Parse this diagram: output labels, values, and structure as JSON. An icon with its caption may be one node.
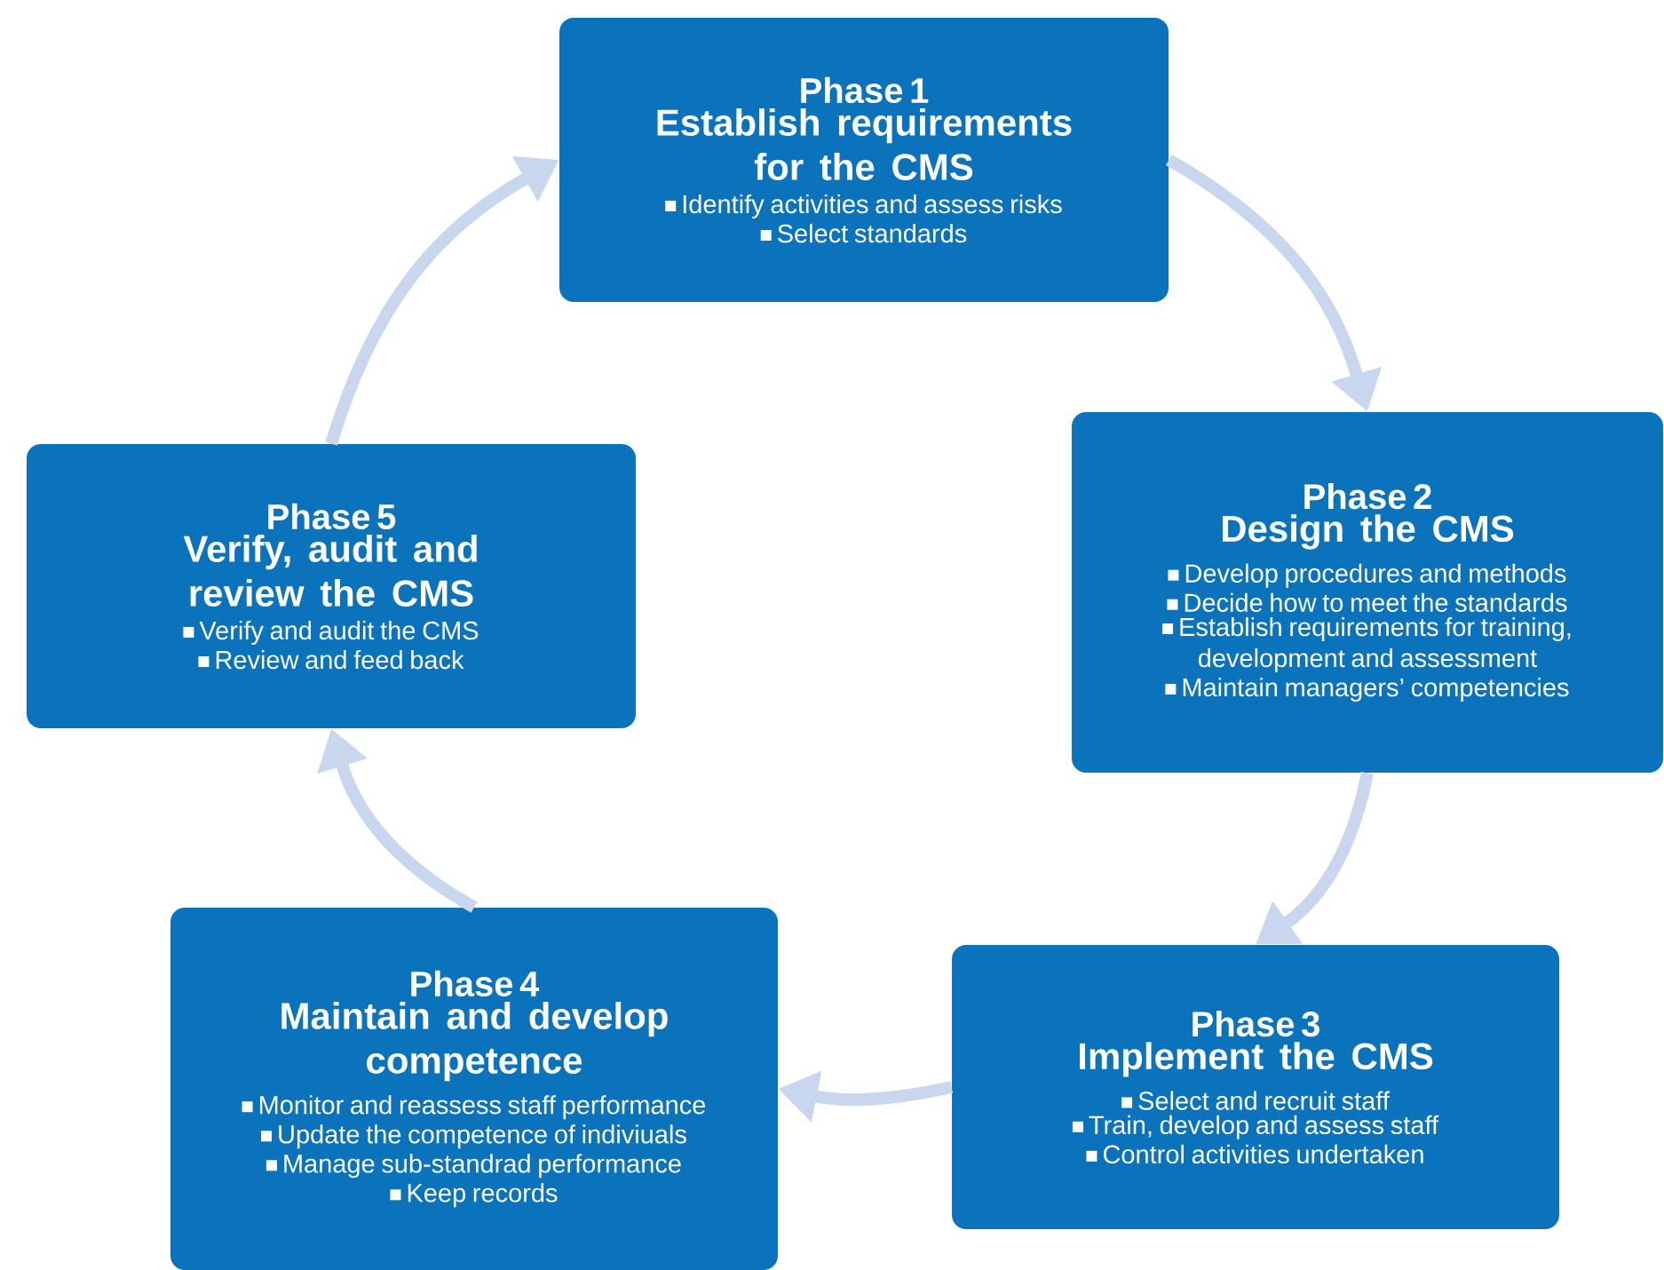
{
  "diagram": {
    "nodes": [
      {
        "text": [
          "Phase 1",
          "Establish requirements for the CMS",
          "Identify activities and assess risks",
          "Select standards"
        ]
      },
      {
        "text": [
          "Phase 2",
          "Design the CMS",
          "Develop procedures and methods",
          "Decide how to meet the standards",
          "Establish requirements for training, development and assessment",
          "Maintain managers’ competencies"
        ]
      },
      {
        "text": [
          "Phase 3",
          "Implement the CMS",
          "Select and recruit staff",
          "Train, develop and assess staff",
          "Control activities undertaken"
        ]
      },
      {
        "text": [
          "Phase 4",
          "Maintain and develop competence",
          "Monitor and reassess staff performance",
          "Update the competence of indiviuals",
          "Manage sub-standrad performance",
          "Keep records"
        ]
      },
      {
        "text": [
          "Phase 5",
          "Verify, audit and review the CMS",
          "Verify and audit the CMS",
          "Review and feed back"
        ]
      }
    ],
    "edges": [
      {
        "from": 0,
        "to": 1,
        "arrow": "to"
      },
      {
        "from": 1,
        "to": 2,
        "arrow": "to"
      },
      {
        "from": 2,
        "to": 3,
        "arrow": "to"
      },
      {
        "from": 3,
        "to": 4,
        "arrow": "to"
      },
      {
        "from": 4,
        "to": 0,
        "arrow": "to"
      }
    ]
  }
}
